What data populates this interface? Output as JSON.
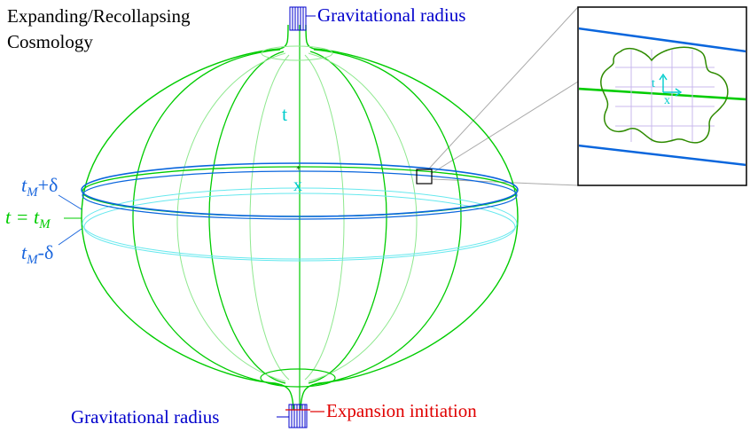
{
  "title": [
    "Expanding/Recollapsing",
    "Cosmology"
  ],
  "labels": {
    "grav_radius_top": "Gravitational radius",
    "grav_radius_bottom": "Gravitational radius",
    "expansion_initiation": "Expansion initiation",
    "time_axis": "t",
    "space_axis": "x",
    "inset_time": "t",
    "inset_space": "x"
  },
  "slice_labels": {
    "upper": {
      "base": "t",
      "sub": "M",
      "suffix": "+δ"
    },
    "middle": {
      "prefix": "t = ",
      "base": "t",
      "sub": "M"
    },
    "lower": {
      "base": "t",
      "sub": "M",
      "suffix": "-δ"
    }
  },
  "colors": {
    "meridian": "#00cc00",
    "meridian_light": "#88e888",
    "slice_blue": "#0a66dd",
    "slice_green": "#00cc00",
    "slice_cyan": "#66e8ee",
    "axis_cyan": "#00cccc",
    "label_blue": "#0000cc",
    "label_red": "#e00000",
    "inset_blob": "#2e8b00",
    "inset_grid": "#c8b8ee",
    "leader_gray": "#999999"
  }
}
